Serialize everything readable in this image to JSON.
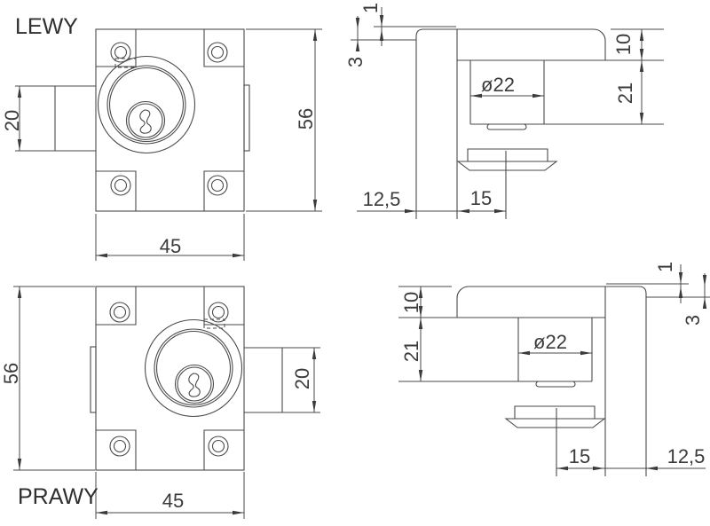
{
  "drawing": {
    "background": "#ffffff",
    "line_color": "#4a4a4a",
    "text_color": "#3b3b3b",
    "views": {
      "lewy_front": {
        "label": "LEWY",
        "dims": {
          "latch_height": "20",
          "body_height": "56",
          "body_width": "45"
        }
      },
      "lewy_side": {
        "dims": {
          "top_gap": "1",
          "bolt_thickness": "3",
          "body_depth": "10",
          "cylinder_depth": "21",
          "cylinder_diameter": "ø22",
          "bolt_offset": "12,5",
          "plate_center_offset": "15"
        }
      },
      "prawy_front": {
        "label": "PRAWY",
        "dims": {
          "latch_height": "20",
          "body_height": "56",
          "body_width": "45"
        }
      },
      "prawy_side": {
        "dims": {
          "top_gap": "1",
          "bolt_thickness": "3",
          "body_depth": "10",
          "cylinder_depth": "21",
          "cylinder_diameter": "ø22",
          "bolt_offset": "12,5",
          "plate_center_offset": "15"
        }
      }
    }
  }
}
